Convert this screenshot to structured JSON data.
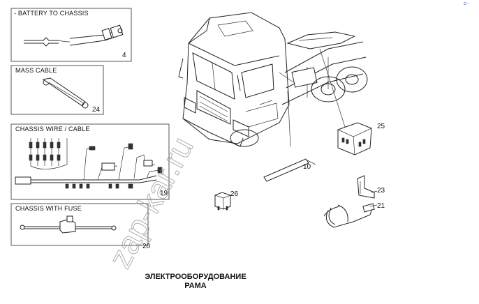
{
  "panels": {
    "battery": {
      "title": "- BATTERY TO CHASSIS",
      "num": "4"
    },
    "mass": {
      "title": "MASS CABLE",
      "num": "24"
    },
    "wire": {
      "title": "CHASSIS WIRE / CABLE",
      "num": "19"
    },
    "fuse": {
      "title": "CHASSIS WITH FUSE",
      "num": "20"
    }
  },
  "callouts": {
    "c25": "25",
    "c10": "10",
    "c26": "26",
    "c23": "23",
    "c21": "21"
  },
  "caption": {
    "line1": "ЭЛЕКТРООБОРУДОВАНИЕ",
    "line2": "РАМА"
  },
  "watermark": "zap-kar.ru",
  "corner_mark": "c~"
}
